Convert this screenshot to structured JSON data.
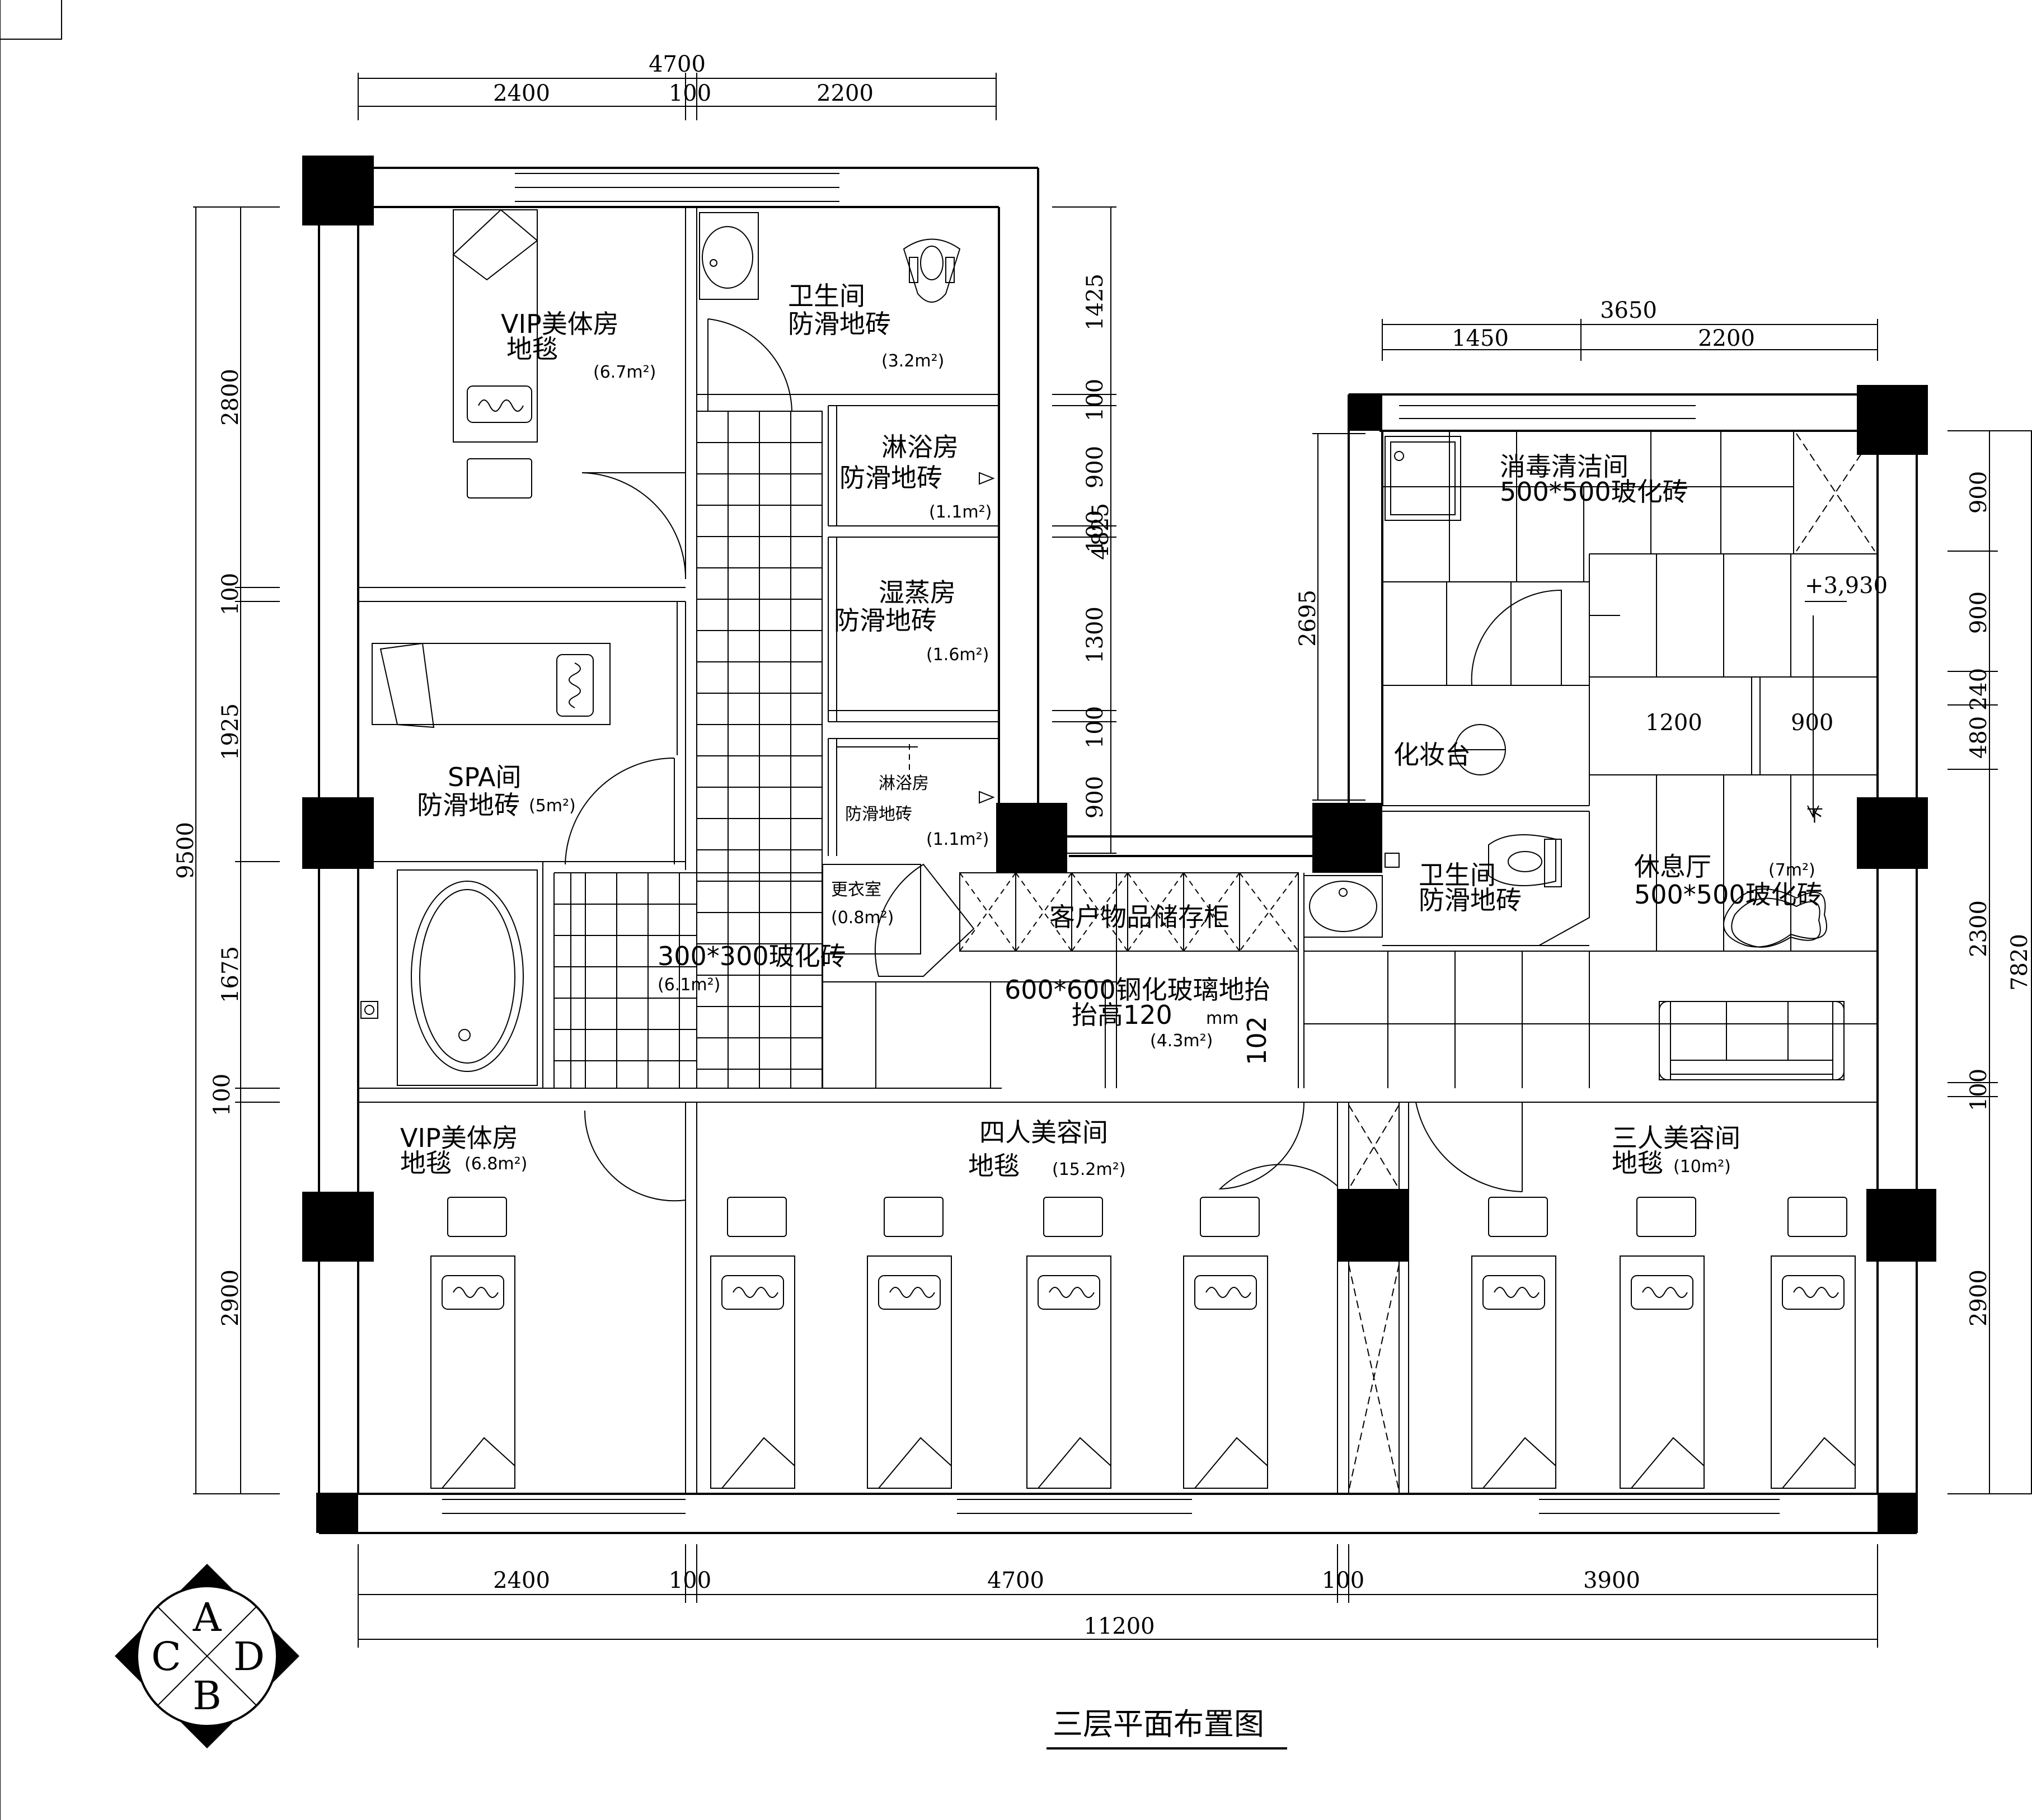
{
  "title": "三层平面布置图",
  "compass": {
    "top": "A",
    "left": "C",
    "right": "D",
    "bottom": "B"
  },
  "rooms": {
    "vip1": {
      "name": "VIP美体房",
      "floor": "地毯",
      "area": "(6.7m²)"
    },
    "wc1": {
      "name": "卫生间",
      "floor": "防滑地砖",
      "area": "(3.2m²)"
    },
    "shower1": {
      "name": "淋浴房",
      "floor": "防滑地砖",
      "area": "(1.1m²)"
    },
    "steam": {
      "name": "湿蒸房",
      "floor": "防滑地砖",
      "area": "(1.6m²)"
    },
    "shower2": {
      "name": "淋浴房",
      "floor": "防滑地砖",
      "area": "(1.1m²)"
    },
    "spa": {
      "name": "SPA间",
      "floor": "防滑地砖",
      "area": "(5m²)"
    },
    "changing": {
      "name": "更衣室",
      "area": "(0.8m²)"
    },
    "corridor": {
      "floor": "300*300玻化砖",
      "area": "(6.1m²)"
    },
    "storage": {
      "name": "客户物品储存柜"
    },
    "glassfloor": {
      "floor": "600*600钢化玻璃地抬",
      "note": "抬高120",
      "unit": "mm",
      "area": "(4.3m²)",
      "height": "102"
    },
    "disinfect": {
      "name": "消毒清洁间",
      "floor": "500*500玻化砖"
    },
    "makeup": {
      "name": "化妆台"
    },
    "wc2": {
      "name": "卫生间",
      "floor": "防滑地砖"
    },
    "lounge": {
      "name": "休息厅",
      "floor": "500*500玻化砖",
      "area": "(7m²)"
    },
    "vip2": {
      "name": "VIP美体房",
      "floor": "地毯",
      "area": "(6.8m²)"
    },
    "four": {
      "name": "四人美容间",
      "floor": "地毯",
      "area": "(15.2m²)"
    },
    "three": {
      "name": "三人美容间",
      "floor": "地毯",
      "area": "(10m²)"
    },
    "stair": {
      "elev": "+3,930",
      "w1": "1200",
      "w2": "900",
      "down": "下"
    }
  },
  "dims": {
    "top_total": "4700",
    "top_a": "2400",
    "top_b": "100",
    "top_c": "2200",
    "right_total": "3650",
    "right_a": "1450",
    "right_b": "2200",
    "left_total": "9500",
    "left_a": "2800",
    "left_b": "100",
    "left_c": "1925",
    "left_d": "1675",
    "left_e": "100",
    "left_f": "2900",
    "mid_total": "4825",
    "mid_a": "1425",
    "mid_b": "100",
    "mid_c": "900",
    "mid_d": "100",
    "mid_e": "1300",
    "mid_f": "100",
    "mid_g": "900",
    "rl": "2695",
    "far_total": "7820",
    "far_a": "900",
    "far_b": "900",
    "far_c": "240",
    "far_d": "480",
    "far_e": "2300",
    "far_f": "100",
    "far_g": "2900",
    "bot_total": "11200",
    "bot_a": "2400",
    "bot_b": "100",
    "bot_c": "4700",
    "bot_d": "100",
    "bot_e": "3900"
  }
}
